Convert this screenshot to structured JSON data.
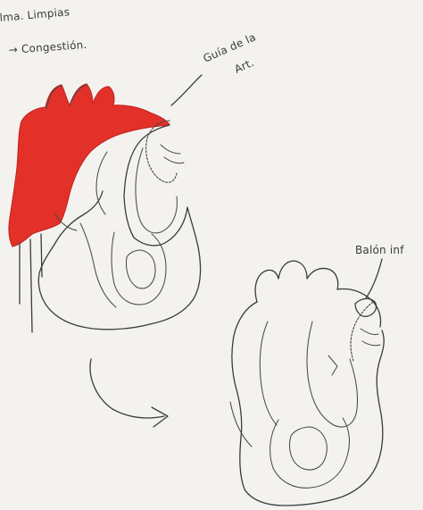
{
  "notes": {
    "line1": "lma. Limpias",
    "line2": "→ Congestión."
  },
  "labels": {
    "guide": {
      "line1": "Guía de la",
      "line2": "Art."
    },
    "balloon": "Balón inf"
  },
  "colors": {
    "ink": "#3b3b3b",
    "highlight": "#e3312a",
    "paper": "#f4f2ef"
  }
}
